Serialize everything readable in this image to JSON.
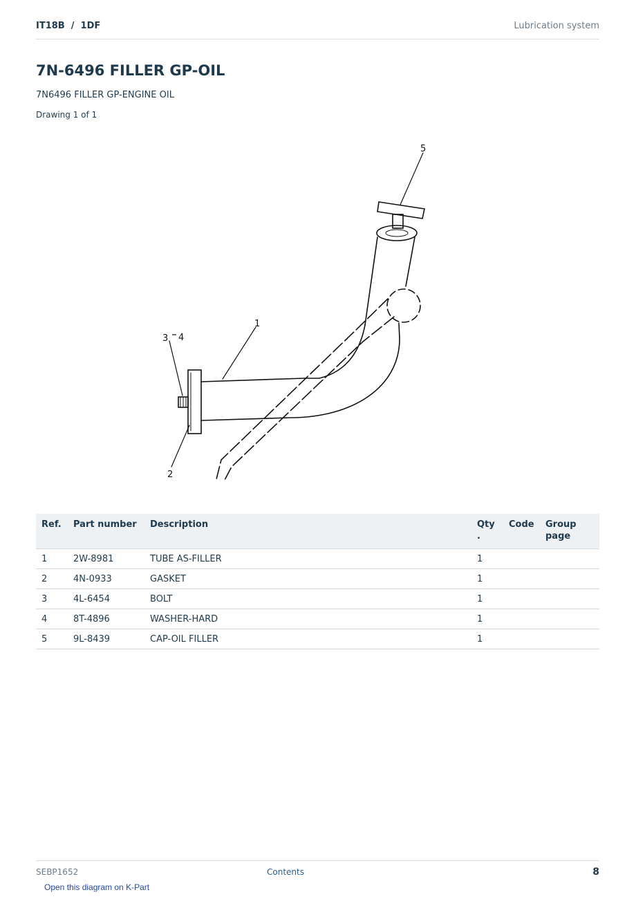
{
  "header": {
    "breadcrumb": "IT18B  /  1DF",
    "section": "Lubrication system"
  },
  "title": "7N-6496 FILLER GP-OIL",
  "subtitle": "7N6496 FILLER GP-ENGINE OIL",
  "drawing_count": "Drawing 1 of 1",
  "diagram": {
    "callouts": {
      "c1": "1",
      "c2": "2",
      "c34": "3",
      "c34b": "4",
      "c5": "5"
    }
  },
  "table": {
    "headers": {
      "ref": "Ref.",
      "part_number": "Part number",
      "description": "Description",
      "qty_line1": "Qty",
      "qty_line2": ".",
      "code": "Code",
      "group_line1": "Group",
      "group_line2": "page"
    },
    "rows": [
      {
        "ref": "1",
        "part_number": "2W-8981",
        "description": "TUBE AS-FILLER",
        "qty": "1",
        "code": "",
        "group_page": ""
      },
      {
        "ref": "2",
        "part_number": "4N-0933",
        "description": "GASKET",
        "qty": "1",
        "code": "",
        "group_page": ""
      },
      {
        "ref": "3",
        "part_number": "4L-6454",
        "description": "BOLT",
        "qty": "1",
        "code": "",
        "group_page": ""
      },
      {
        "ref": "4",
        "part_number": "8T-4896",
        "description": "WASHER-HARD",
        "qty": "1",
        "code": "",
        "group_page": ""
      },
      {
        "ref": "5",
        "part_number": "9L-8439",
        "description": "CAP-OIL FILLER",
        "qty": "1",
        "code": "",
        "group_page": ""
      }
    ]
  },
  "footer": {
    "doc_code": "SEBP1652",
    "contents_link": "Contents",
    "page_number": "8",
    "kpart_link": "Open this diagram on K-Part"
  }
}
